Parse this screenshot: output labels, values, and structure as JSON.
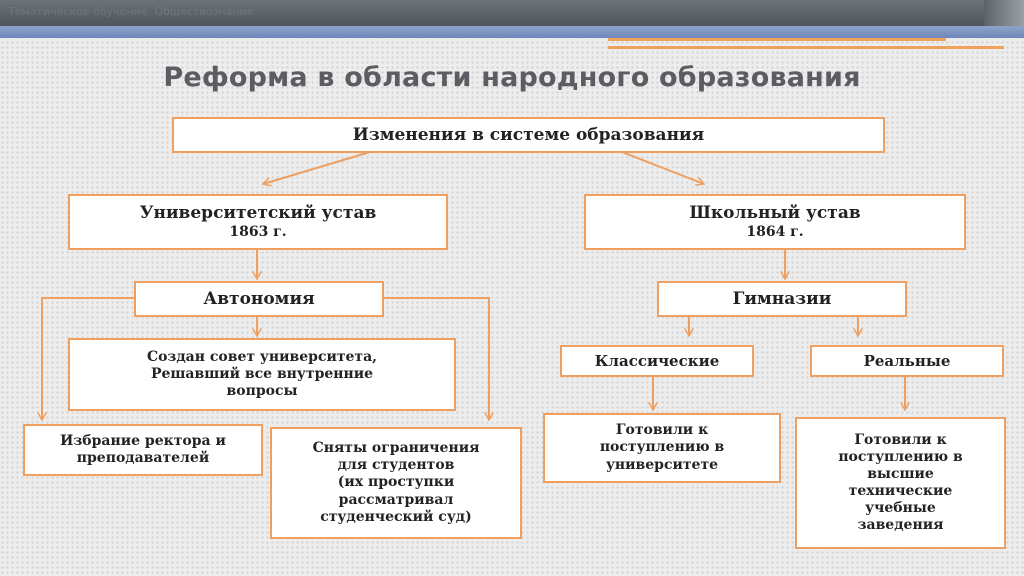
{
  "slide": {
    "title": "Реформа в области народного образования",
    "header_caption": "Тематическое обучение. Обществознание"
  },
  "diagram": {
    "root": "Изменения в системе образования",
    "university": {
      "name": "Университетский устав",
      "year": "1863 г.",
      "autonomy": "Автономия",
      "council": [
        "Создан совет университета,",
        "Решавший все внутренние",
        "вопросы"
      ],
      "election": [
        "Избрание ректора и",
        "преподавателей"
      ],
      "restrictions": [
        "Сняты ограничения",
        "для студентов",
        "(их проступки",
        "рассматривал",
        "студенческий суд)"
      ]
    },
    "school": {
      "name": "Школьный устав",
      "year": "1864 г.",
      "gymnasiums": "Гимназии",
      "classical": "Классические",
      "real": "Реальные",
      "classical_desc": [
        "Готовили к",
        "поступлению в",
        "университете"
      ],
      "real_desc": [
        "Готовили к",
        "поступлению в",
        "высшие",
        "технические",
        "учебные",
        "заведения"
      ]
    }
  },
  "colors": {
    "accent": "#ef9f60",
    "title": "#5b5d62",
    "blue_band": "#7a92c2"
  }
}
